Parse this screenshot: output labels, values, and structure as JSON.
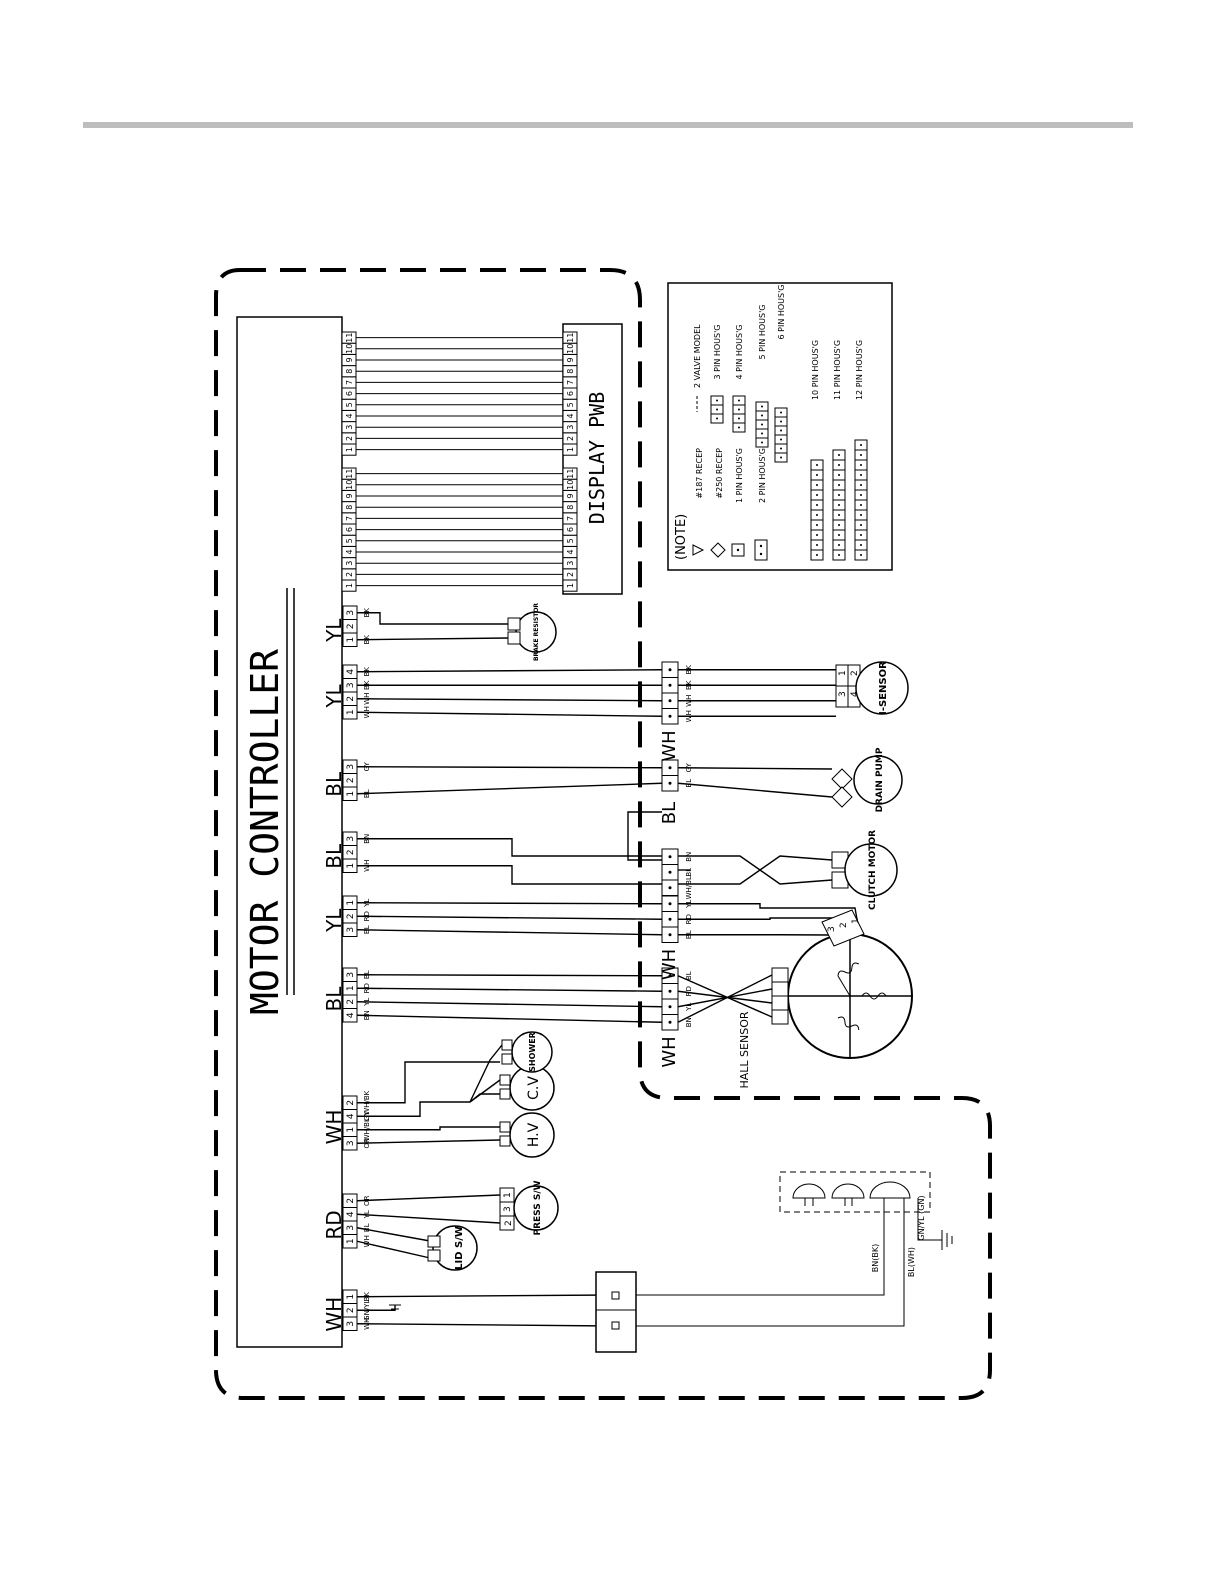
{
  "main_title": "MOTOR CONTROLLER",
  "display_title": "DISPLAY PWB",
  "connectors": [
    {
      "id": "wh1",
      "color": "WH",
      "pins": [
        "3",
        "2",
        "1"
      ],
      "wires": [
        "WH",
        "GN/YL",
        "BK"
      ]
    },
    {
      "id": "rd",
      "color": "RD",
      "pins": [
        "1",
        "3",
        "4",
        "2"
      ],
      "wires": [
        "WH",
        "BL",
        "YL",
        "OR"
      ]
    },
    {
      "id": "wh2",
      "color": "WH",
      "pins": [
        "3",
        "1",
        "4",
        "2"
      ],
      "wires": [
        "OR",
        "WH/BL",
        "GY",
        "WH/BK"
      ]
    },
    {
      "id": "bl1",
      "color": "BL",
      "pins": [
        "4",
        "2",
        "1",
        "3"
      ],
      "wires": [
        "BN",
        "YL",
        "RD",
        "BL"
      ]
    },
    {
      "id": "yl1",
      "color": "YL",
      "pins": [
        "3",
        "2",
        "1"
      ],
      "wires": [
        "BL",
        "RD",
        "YL"
      ]
    },
    {
      "id": "bl2",
      "color": "BL",
      "pins": [
        "1",
        "2",
        "3"
      ],
      "wires": [
        "WH",
        "",
        "BN"
      ]
    },
    {
      "id": "bl3",
      "color": "BL",
      "pins": [
        "1",
        "2",
        "3"
      ],
      "wires": [
        "BL",
        "",
        "GY"
      ]
    },
    {
      "id": "yl2",
      "color": "YL",
      "pins": [
        "1",
        "2",
        "3",
        "4"
      ],
      "wires": [
        "WH",
        "WH",
        "BK",
        "BK"
      ]
    },
    {
      "id": "yl3",
      "color": "YL",
      "pins": [
        "1",
        "2",
        "3"
      ],
      "wires": [
        "BK",
        "",
        "BK"
      ]
    }
  ],
  "mid_connectors": [
    {
      "id": "m1",
      "color": "WH",
      "wires": [
        "BN",
        "YL",
        "RD",
        "BL"
      ]
    },
    {
      "id": "m2",
      "color": "WH",
      "wires": [
        "BL",
        "RD",
        "YL"
      ]
    },
    {
      "id": "m3",
      "color": "",
      "wires": [
        "WH/BL",
        "BL",
        "BN"
      ]
    },
    {
      "id": "m4",
      "color": "BL",
      "wires": [
        "BL",
        "GY"
      ]
    },
    {
      "id": "m5",
      "color": "WH",
      "wires": [
        "WH",
        "WH",
        "BK",
        "BK"
      ]
    }
  ],
  "ribbon_pins": [
    "1",
    "2",
    "3",
    "4",
    "5",
    "6",
    "7",
    "8",
    "9",
    "10",
    "11"
  ],
  "components": {
    "lid_sw": "LID S/W",
    "press_sw": "PRESS S/W",
    "hv": "H.V",
    "cv": "C.V",
    "shower": "SHOWER",
    "brake_resistor": "BRAKE RESISTOR",
    "i_sensor": "I-SENSOR",
    "drain_pump": "DRAIN PUMP",
    "clutch_motor": "CLUTCH MOTOR",
    "hall_sensor": "HALL SENSOR"
  },
  "press_pins": [
    "2",
    "3",
    "1"
  ],
  "motor_pins": [
    "3",
    "2",
    "1"
  ],
  "isensor_pins": [
    "3",
    "4",
    "1",
    "2"
  ],
  "power_wires": {
    "gnd": "GN/YL (GN)",
    "line1": "BN(BK)",
    "line2": "BL(WH)"
  },
  "note": {
    "title": "(NOTE)",
    "left": [
      "#187 RECEP",
      "#250 RECEP",
      "1 PIN HOUS'G",
      "2 PIN HOUS'G"
    ],
    "right_dash": "2 VALVE MODEL",
    "right": [
      "3 PIN HOUS'G",
      "4 PIN HOUS'G",
      "5 PIN HOUS'G",
      "6 PIN HOUS'G"
    ],
    "bottom": [
      "10 PIN HOUS'G",
      "11 PIN HOUS'G",
      "12 PIN HOUS'G"
    ]
  }
}
